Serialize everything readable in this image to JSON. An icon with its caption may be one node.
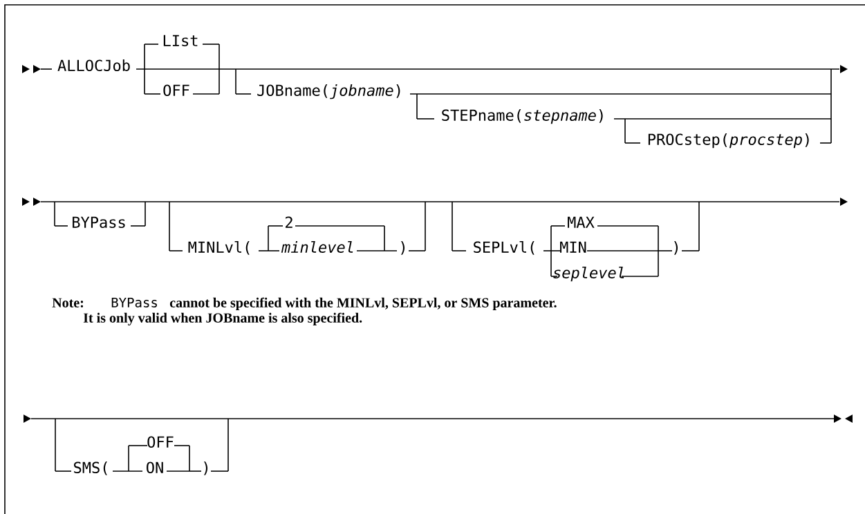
{
  "diagram": {
    "labels": [
      "ALLOCJob",
      "LIst",
      "OFF",
      "JOBname(*jobname*)",
      "STEPname(*stepname*)",
      "PROCstep(*procstep*)",
      "BYPass",
      "MINLvl(",
      "2",
      "minlevel",
      ")",
      "SEPLvl(",
      "MAX",
      "MIN",
      "seplevel",
      ")",
      "Note:",
      "BYPass",
      "cannot be specified with the MINLvl, SEPLvl, or SMS parameter.",
      "It is only valid when JOBname is also specified.",
      "SMS(",
      "OFF",
      "ON",
      ")"
    ]
  }
}
